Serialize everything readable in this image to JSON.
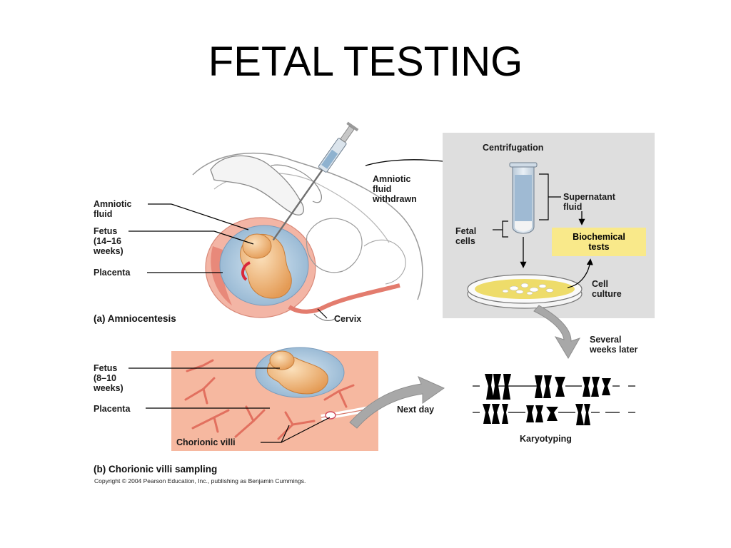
{
  "slide": {
    "title": "FETAL TESTING"
  },
  "panel_a": {
    "caption_letter": "(a)",
    "caption": "(a) Amniocentesis",
    "labels": {
      "amniotic_fluid": "Amniotic\nfluid",
      "fetus": "Fetus\n(14–16\nweeks)",
      "placenta": "Placenta",
      "cervix": "Cervix",
      "fluid_withdrawn": "Amniotic\nfluid\nwithdrawn",
      "centrifugation": "Centrifugation",
      "supernatant": "Supernatant\nfluid",
      "fetal_cells": "Fetal\ncells",
      "biochemical": "Biochemical\ntests",
      "cell_culture": "Cell\nculture",
      "several_weeks": "Several\nweeks later"
    }
  },
  "panel_b": {
    "caption": "(b) Chorionic villi sampling",
    "labels": {
      "fetus": "Fetus\n(8–10\nweeks)",
      "placenta": "Placenta",
      "chorionic_villi": "Chorionic villi",
      "next_day": "Next day",
      "karyotyping": "Karyotyping"
    }
  },
  "footer": {
    "copyright": "Copyright © 2004 Pearson Education, Inc., publishing as Benjamin Cummings."
  },
  "colors": {
    "panel_gray": "#dedede",
    "uterus_pink": "#f3b5a5",
    "fluid_blue": "#a9c8e0",
    "fetus_orange": "#f0b778",
    "highlight_yellow": "#f9e98a",
    "placenta_pink": "#f6b8a0",
    "arrow_gray": "#a8a8a8"
  }
}
